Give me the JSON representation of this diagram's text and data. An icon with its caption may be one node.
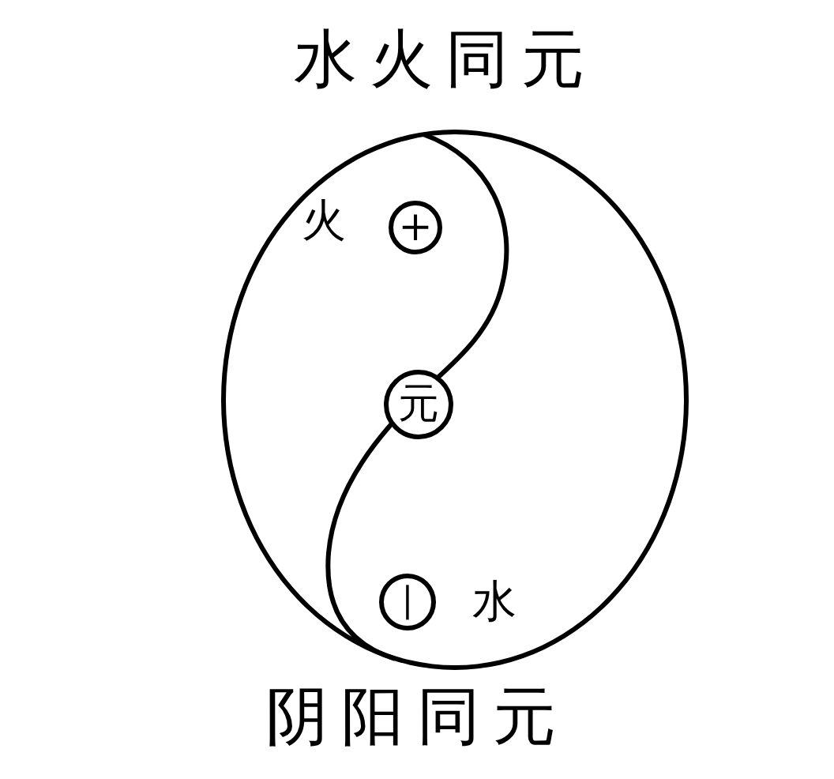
{
  "diagram": {
    "title": "水火同元",
    "caption": "阴阳同元",
    "nodes": [
      {
        "text": [],
        "shape": "circle"
      },
      {
        "text": [
          "+"
        ],
        "in": 0,
        "beside": [
          "火"
        ]
      },
      {
        "text": [
          "元"
        ],
        "in": 0
      },
      {
        "text": [
          "|"
        ],
        "in": 0,
        "beside": [
          "水"
        ]
      }
    ]
  }
}
